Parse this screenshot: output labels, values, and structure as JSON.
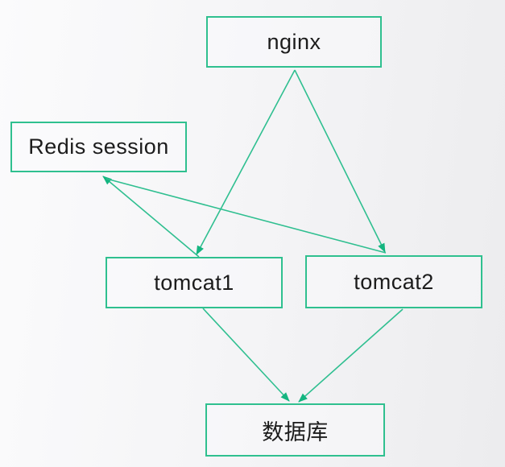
{
  "diagram": {
    "type": "flow-diagram",
    "nodes": {
      "nginx": {
        "label": "nginx"
      },
      "redis": {
        "label": "Redis session"
      },
      "tomcat1": {
        "label": "tomcat1"
      },
      "tomcat2": {
        "label": "tomcat2"
      },
      "database": {
        "label": "数据库"
      }
    },
    "edges": [
      {
        "from": "nginx",
        "to": "tomcat1",
        "arrow": "to"
      },
      {
        "from": "nginx",
        "to": "tomcat2",
        "arrow": "to"
      },
      {
        "from": "tomcat1",
        "to": "redis",
        "arrow": "to"
      },
      {
        "from": "tomcat2",
        "to": "redis",
        "arrow": "to"
      },
      {
        "from": "tomcat1",
        "to": "database",
        "arrow": "to"
      },
      {
        "from": "tomcat2",
        "to": "database",
        "arrow": "to"
      }
    ],
    "colors": {
      "node_border": "#2fc08f",
      "edge_line": "#2fbf90",
      "arrowhead": "#14b580",
      "text": "#1c1c1c",
      "background_left": "#fbfbfc",
      "background_right": "#ececee"
    }
  }
}
